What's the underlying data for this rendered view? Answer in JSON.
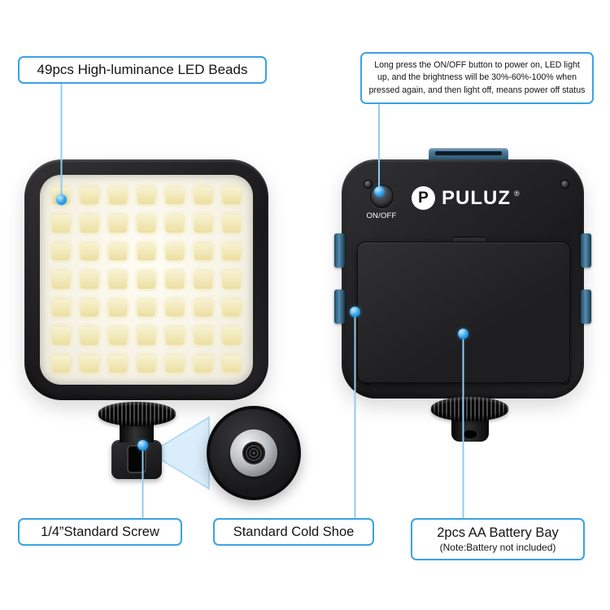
{
  "callouts": {
    "led": "49pcs High-luminance LED Beads",
    "power_note": "Long press the ON/OFF button to power on, LED light up, and the brightness will be 30%-60%-100% when pressed again, and then light off,  means power off status",
    "screw": "1/4”Standard Screw",
    "cold_shoe": "Standard Cold Shoe",
    "battery_title": "2pcs AA Battery Bay",
    "battery_note": "(Note:Battery not included)"
  },
  "back": {
    "power_label": "ON/OFF",
    "brand": "PULUZ",
    "brand_initial": "P",
    "registered": "®"
  },
  "front": {
    "led_count": 49,
    "led_columns": 7
  },
  "colors": {
    "accent": "#3aa2e3",
    "leader_line": "#8fcdf2",
    "pointer_dot": "#2f9fe8",
    "cold_shoe_blue": "#568cb0",
    "led_bead": "#eee2a6"
  }
}
